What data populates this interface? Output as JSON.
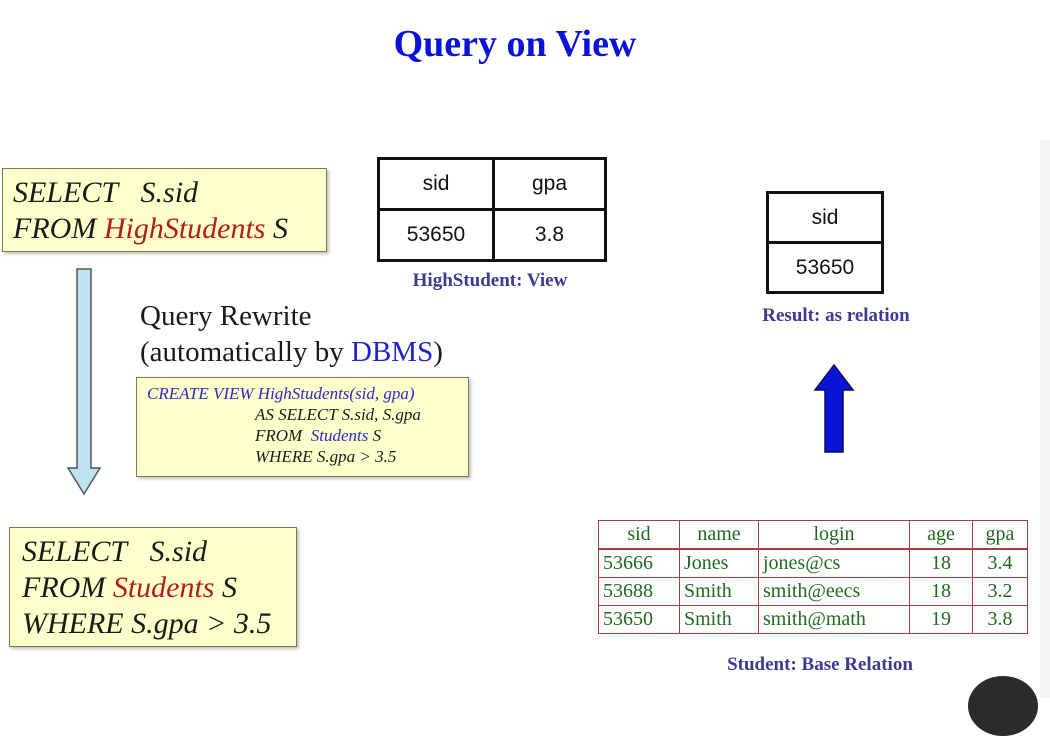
{
  "title": "Query on View",
  "original_query": {
    "line1_select": "SELECT",
    "line1_field": "S.sid",
    "line2_from": "FROM",
    "line2_table": "HighStudents",
    "line2_alias": "S"
  },
  "view_table": {
    "headers": [
      "sid",
      "gpa"
    ],
    "row": [
      "53650",
      "3.8"
    ],
    "caption": "HighStudent: View"
  },
  "result_table": {
    "header": "sid",
    "value": "53650",
    "caption": "Result: as relation"
  },
  "rewrite": {
    "line1": "Query Rewrite",
    "line2_prefix": "(automatically by ",
    "line2_dbms": "DBMS",
    "line2_suffix": ")"
  },
  "view_definition": {
    "line1_keyword": "CREATE  VIEW",
    "line1_name": "HighStudents(sid, gpa)",
    "line2": "AS  SELECT   S.sid, S.gpa",
    "line3_from": "FROM",
    "line3_table": "Students",
    "line3_alias": "S",
    "line4": "WHERE   S.gpa > 3.5"
  },
  "rewritten_query": {
    "line1_select": "SELECT",
    "line1_field": "S.sid",
    "line2_from": "FROM",
    "line2_table": "Students",
    "line2_alias": "S",
    "line3": "WHERE  S.gpa > 3.5"
  },
  "base_table": {
    "headers": [
      "sid",
      "name",
      "login",
      "age",
      "gpa"
    ],
    "rows": [
      [
        "53666",
        "Jones",
        "jones@cs",
        "18",
        "3.4"
      ],
      [
        "53688",
        "Smith",
        "smith@eecs",
        "18",
        "3.2"
      ],
      [
        "53650",
        "Smith",
        "smith@math",
        "19",
        "3.8"
      ]
    ],
    "caption": "Student: Base Relation"
  },
  "icons": {
    "down_arrow": "down-arrow-icon",
    "up_arrow": "up-arrow-icon"
  },
  "colors": {
    "title": "#0a14d6",
    "highlight_red": "#b01e1e",
    "caption": "#3b3b8f",
    "base_text": "#1f6a1f",
    "up_arrow": "#0a14d6",
    "down_arrow": "#bde4ee"
  }
}
